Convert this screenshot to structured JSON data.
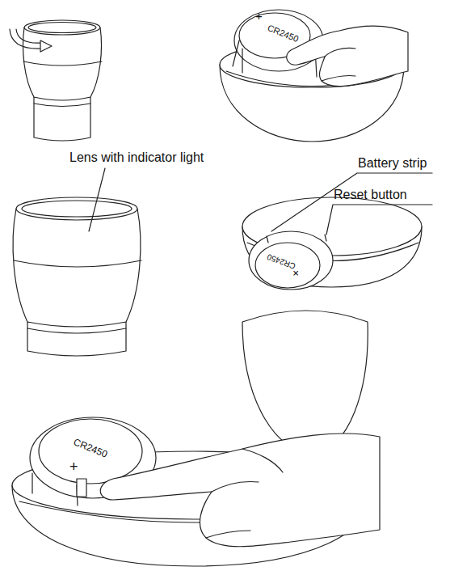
{
  "diagram": {
    "labels": [
      "+",
      "CR2450",
      "Lens with indicator light",
      "Battery strip",
      "Reset button",
      "CR2450",
      "+",
      "CR2450",
      "+"
    ]
  }
}
